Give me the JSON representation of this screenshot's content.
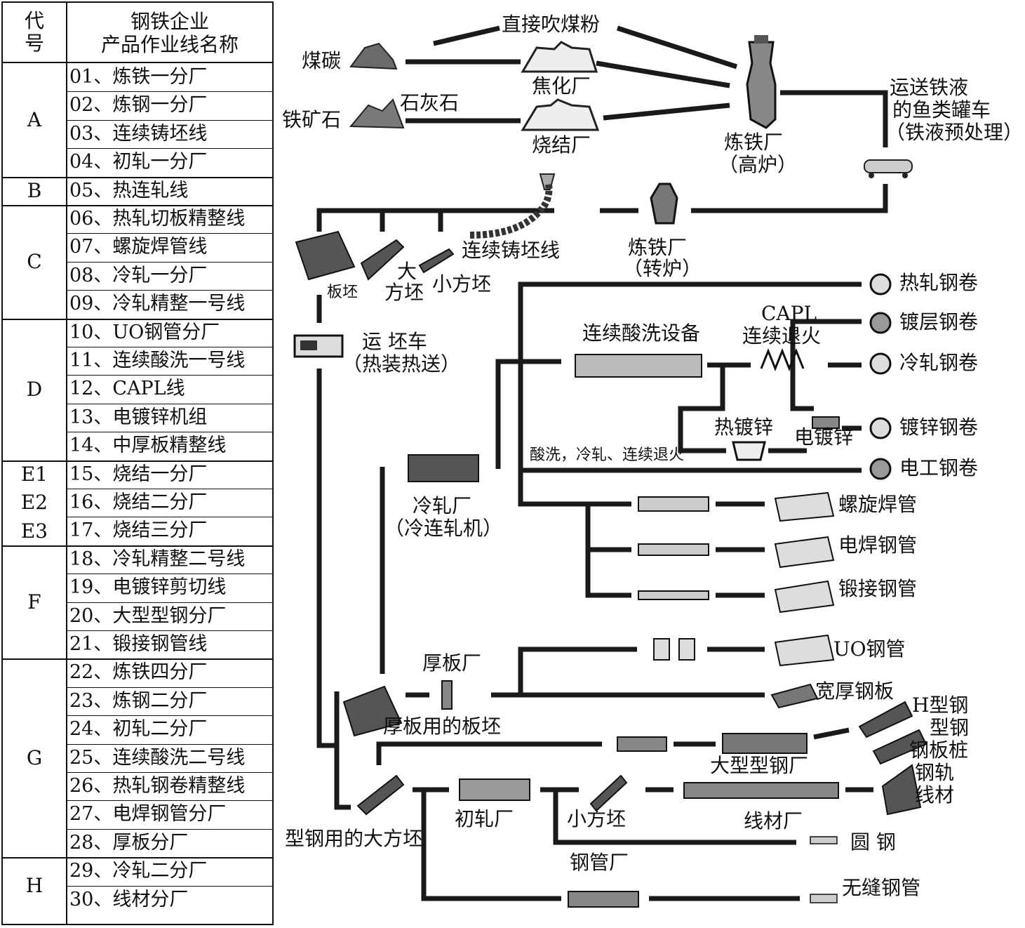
{
  "table": {
    "header_code": "代\n号",
    "header_name_1": "钢铁企业",
    "header_name_2": "产品作业线名称",
    "groups": [
      {
        "code": "A",
        "rows": [
          "01、炼铁一分厂",
          "02、炼钢一分厂",
          "03、连续铸坯线",
          "04、初轧一分厂"
        ]
      },
      {
        "code": "B",
        "rows": [
          "05、热连轧线"
        ]
      },
      {
        "code": "C",
        "rows": [
          "06、热轧切板精整线",
          "07、螺旋焊管线",
          "08、冷轧一分厂",
          "09、冷轧精整一号线"
        ]
      },
      {
        "code": "D",
        "rows": [
          "10、UO钢管分厂",
          "11、连续酸洗一号线",
          "12、CAPL线",
          "13、电镀锌机组",
          "14、中厚板精整线"
        ]
      },
      {
        "code": "E1",
        "rows": [
          "15、烧结一分厂"
        ]
      },
      {
        "code": "E2",
        "rows": [
          "16、烧结二分厂"
        ]
      },
      {
        "code": "E3",
        "rows": [
          "17、烧结三分厂"
        ]
      },
      {
        "code": "F",
        "rows": [
          "18、冷轧精整二号线",
          "19、电镀锌剪切线",
          "20、大型型钢分厂",
          "21、锻接钢管线"
        ]
      },
      {
        "code": "G",
        "rows": [
          "22、炼铁四分厂",
          "23、炼钢二分厂",
          "24、初轧二分厂",
          "25、连续酸洗二号线",
          "26、热轧钢卷精整线",
          "27、电焊钢管分厂",
          "28、厚板分厂"
        ]
      },
      {
        "code": "H",
        "rows": [
          "29、冷轧二分厂",
          "30、线材分厂"
        ]
      }
    ]
  },
  "diagram": {
    "coal": "煤碳",
    "direct_coal": "直接吹煤粉",
    "coking": "焦化厂",
    "ore": "铁矿石",
    "limestone": "石灰石",
    "sinter": "烧结厂",
    "ironworks_bf": "炼铁厂",
    "ironworks_bf_sub": "（高炉）",
    "torpedo_1": "运送铁液",
    "torpedo_2": "的鱼类罐车",
    "torpedo_3": "（铁液预处理）",
    "converter": "炼铁厂",
    "converter_sub": "（转炉）",
    "ccm": "连续铸坯线",
    "slab": "板坯",
    "bloom_1": "大",
    "bloom_2": "方坯",
    "billet": "小方坯",
    "transfer": "运 坯车",
    "transfer_sub": "（热装热送）",
    "hot_coil": "热轧钢卷",
    "coated_coil": "镀层钢卷",
    "cold_coil": "冷轧钢卷",
    "galv_coil": "镀锌钢卷",
    "elec_coil": "电工钢卷",
    "pickling": "连续酸洗设备",
    "capl_1": "CAPL",
    "capl_2": "连续退火",
    "hot_dip": "热镀锌",
    "electro": "电镀锌",
    "route_note": "酸洗，冷轧、连续退火",
    "cold_mill": "冷轧厂",
    "cold_mill_sub": "（冷连轧机）",
    "spiral": "螺旋焊管",
    "erw": "电焊钢管",
    "forge": "锻接钢管",
    "uo": "UO钢管",
    "plate_mill": "厚板厂",
    "wide_plate": "宽厚钢板",
    "plate_slab": "厚板用的板坯",
    "h_beam": "H型钢",
    "section": "型钢",
    "sheet_pile": "钢板桩",
    "rail": "钢轨",
    "wire": "线材",
    "large_section": "大型型钢厂",
    "bloomer": "初轧厂",
    "billet2": "小方坯",
    "wire_mill": "线材厂",
    "round": "圆    钢",
    "section_bloom": "型钢用的大方坯",
    "tube_mill": "钢管厂",
    "seamless": "无缝钢管"
  }
}
